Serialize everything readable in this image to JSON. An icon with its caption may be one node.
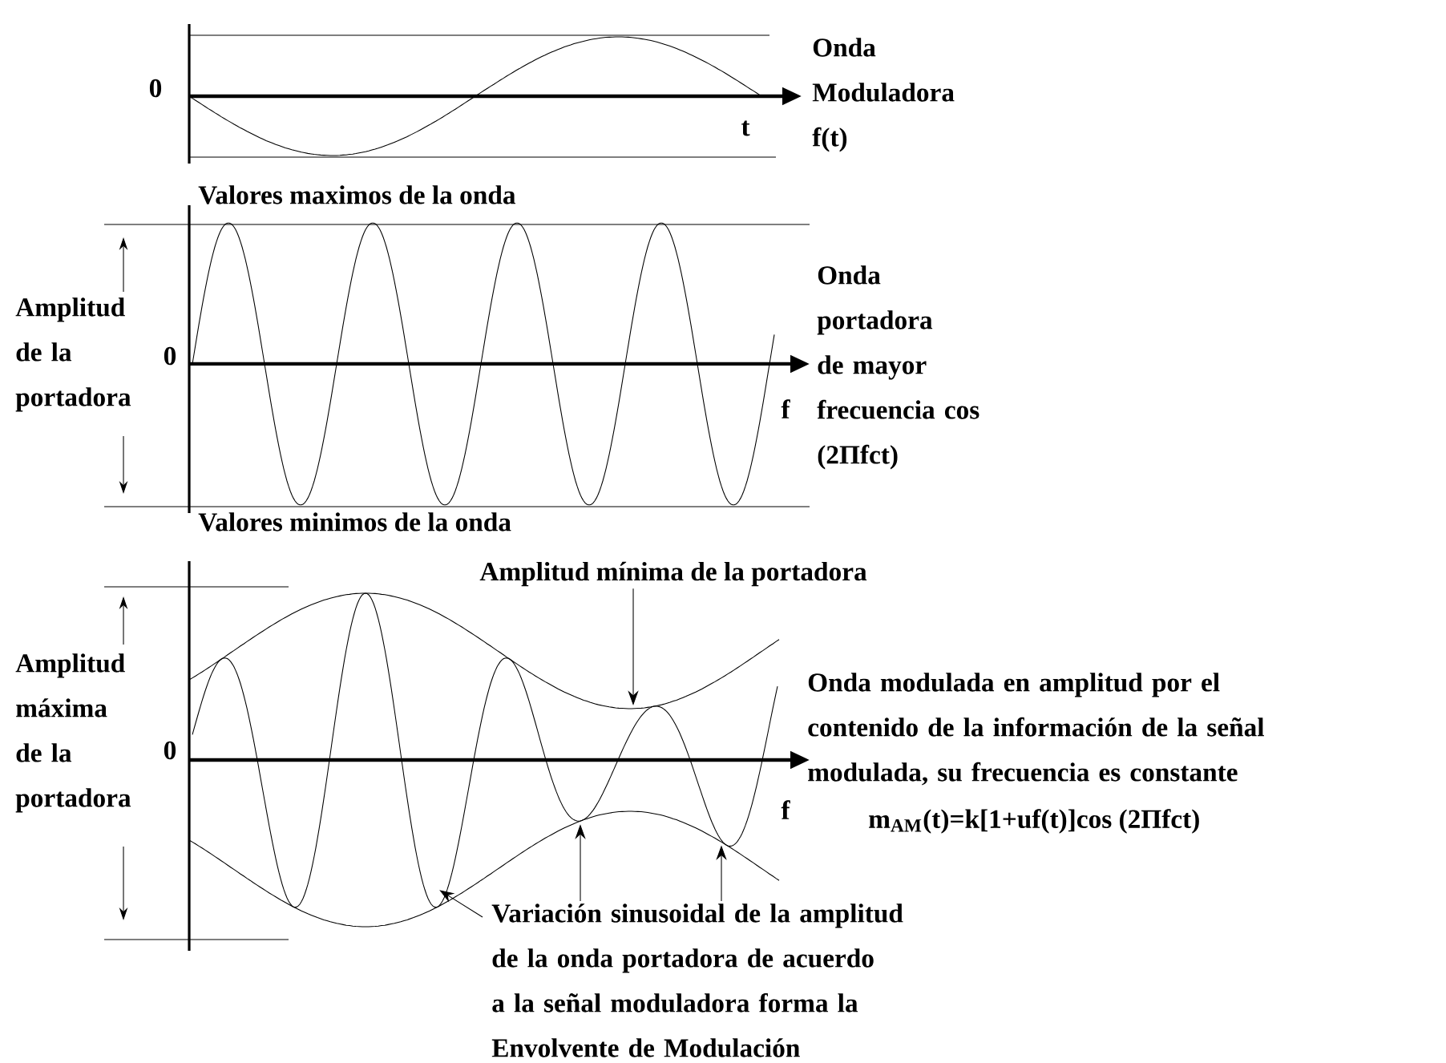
{
  "diagram": {
    "nodes": [
      {
        "text": [
          "Amplitud mínima de la portadora"
        ]
      },
      {
        "text": [],
        "shape": "picture"
      },
      {
        "text": [
          "Variación sinusoidal de la amplitud de la onda portadora de acuerdo a la señal moduladora forma la Envolvente de Modulación"
        ]
      }
    ],
    "edges": [
      {
        "from": 0,
        "to": 1,
        "arrow": "to"
      },
      {
        "from": 2,
        "to": 1,
        "arrow": "to"
      },
      {
        "from": 2,
        "to": 1,
        "arrow": "to"
      },
      {
        "from": 2,
        "to": 1,
        "arrow": "to"
      }
    ],
    "labels": [
      "0",
      "t",
      "Onda Moduladora f(t)",
      "Valores maximos de la onda",
      "Amplitud de la portadora",
      "0",
      "f",
      "Onda portadora de mayor frecuencia cos (2Πfct)",
      "Valores minimos de la onda",
      "Amplitud máxima de la portadora",
      "0",
      "f",
      "Onda modulada en amplitud por el contenido de la información de la señal modulada, su frecuencia es constante",
      "m$_{AM}$(t)=k[1+uf(t)]cos (2Πfct)"
    ]
  }
}
